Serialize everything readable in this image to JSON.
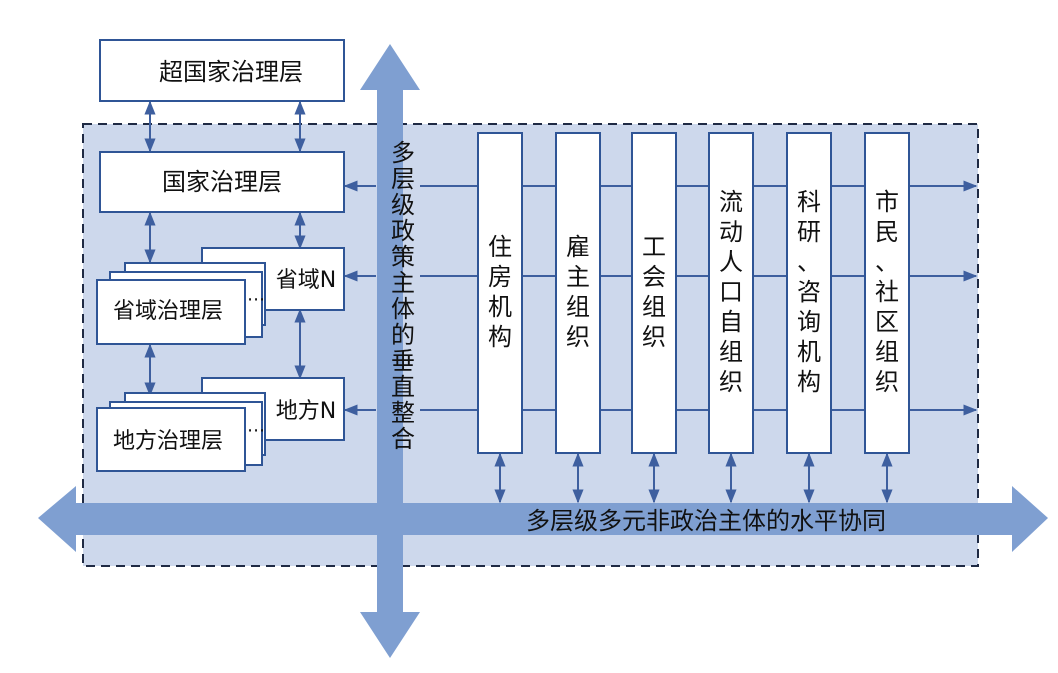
{
  "colors": {
    "panel_fill": "#cdd8ec",
    "panel_border": "#1f2a44",
    "arrow_fill": "#7f9fd1",
    "line": "#3e5f9f",
    "box_border": "#2f5596"
  },
  "governance_layers": {
    "supranational": "超国家治理层",
    "national": "国家治理层",
    "provincial": "省域治理层",
    "provincial_n": "省域N",
    "local": "地方治理层",
    "local_n": "地方N",
    "ellipsis": "⋯"
  },
  "vertical_axis_label": "多层级政策主体的垂直整合",
  "horizontal_axis_label": "多层级多元非政治主体的水平协同",
  "non_political_actors": [
    {
      "label": "住房机构"
    },
    {
      "label": "雇主组织"
    },
    {
      "label": "工会组织"
    },
    {
      "label": "流动人口自组织"
    },
    {
      "label": "科研、咨询机构"
    },
    {
      "label": "市民、社区组织"
    }
  ]
}
